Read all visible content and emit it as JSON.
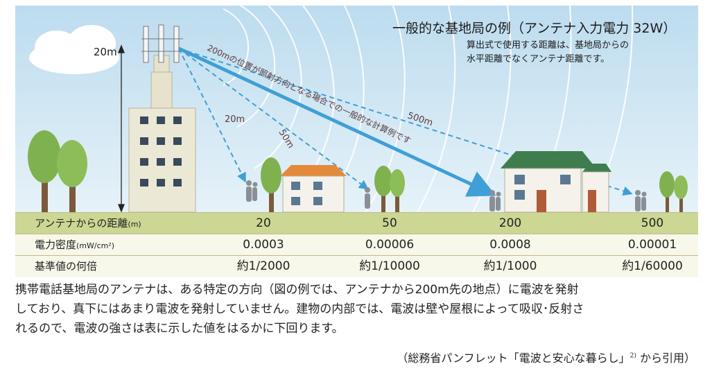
{
  "figure": {
    "title": "一般的な基地局の例（アンテナ入力電力 32W）",
    "note_line1": "算出式で使用する距離は、基地局からの",
    "note_line2": "水平距離でなくアンテナ距離です。",
    "height_label": "20m",
    "ray_labels": {
      "r20": "20m",
      "r50": "50m",
      "r200": "200mの位置が照射方向となる場合での一般的な計算例です",
      "r500": "500m"
    }
  },
  "table": {
    "row_headers": {
      "distance": "アンテナからの距離",
      "distance_unit": "(m)",
      "density": "電力密度",
      "density_unit": "(mW/cm²)",
      "ratio": "基準値の何倍"
    },
    "distance": [
      "20",
      "50",
      "200",
      "500"
    ],
    "density": [
      "0.0003",
      "0.00006",
      "0.0008",
      "0.00001"
    ],
    "ratio": [
      "約1/2000",
      "約1/10000",
      "約1/1000",
      "約1/60000"
    ]
  },
  "body": [
    "携帯電話基地局のアンテナは、ある特定の方向（図の例では、アンテナから200m先の地点）に電波を発射",
    "しており、真下にはあまり電波を発射していません。建物の内部では、電波は壁や屋根によって吸収･反射さ",
    "れるので、電波の強さは表に示した値をはるかに下回ります。"
  ],
  "source": {
    "text": "（総務省パンフレット「電波と安心な暮らし」",
    "sup": "2)",
    "tail": " から引用）"
  },
  "colors": {
    "sky": "#cfe6f4",
    "ground": "#cbd793",
    "ray": "#3f9fd6",
    "tree": "#7fb24f",
    "building": "#ece8d6",
    "roof_orange": "#e48a3a",
    "roof_green": "#3f7d4e"
  }
}
